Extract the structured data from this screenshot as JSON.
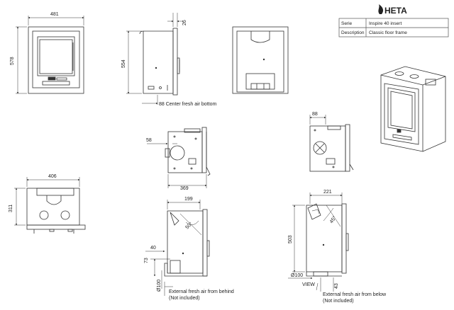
{
  "title_block": {
    "brand": "HETA",
    "rows": [
      {
        "label": "Serie",
        "value": "Inspire 40 insert"
      },
      {
        "label": "Description",
        "value": "Classic floor frame"
      }
    ]
  },
  "dimensions": {
    "front_width": "481",
    "front_height": "578",
    "side_top": "26",
    "side_height": "554",
    "side_air": "88 Center fresh air bottom",
    "mid_left": "58",
    "mid_width": "369",
    "right_top": "88",
    "top_width": "406",
    "top_height": "311",
    "section1_width": "199",
    "section1_angle": "50°",
    "section1_a": "40",
    "section1_b": "73",
    "section1_diam": "Ø100",
    "section2_width": "221",
    "section2_angle": "45°",
    "section2_height": "503",
    "section2_diam": "Ø100",
    "section2_low": "43"
  },
  "notes": {
    "behind_line1": "External fresh air from behind",
    "behind_line2": "(Not included)",
    "below_line1": "External fresh air from below",
    "below_line2": "(Not included)",
    "view": "VIEW"
  }
}
